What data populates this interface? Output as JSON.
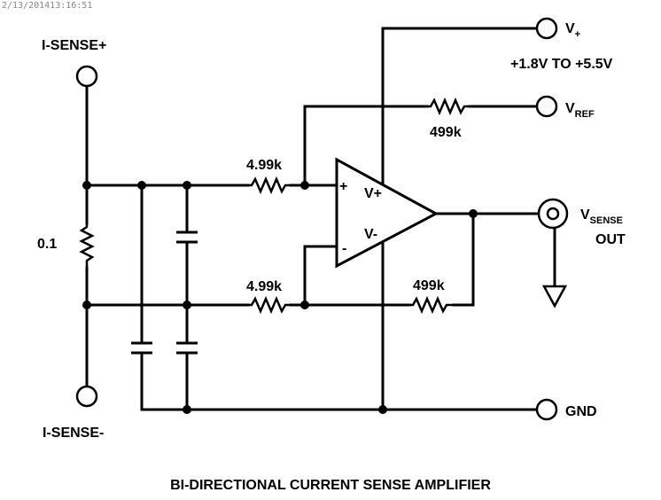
{
  "timestamp": "2/13/201413:16:51",
  "title": "BI-DIRECTIONAL CURRENT SENSE AMPLIFIER",
  "terminals": {
    "isense_plus": "I-SENSE+",
    "isense_minus": "I-SENSE-",
    "vplus": {
      "main": "V",
      "sub": "+"
    },
    "vplus_range": "+1.8V TO +5.5V",
    "vref": {
      "main": "V",
      "sub": "REF"
    },
    "vsense": {
      "main": "V",
      "sub": "SENSE"
    },
    "vsense_line2": "OUT",
    "gnd": "GND"
  },
  "components": {
    "shunt": "0.1",
    "r_in_top": "4.99k",
    "r_in_bottom": "4.99k",
    "r_ref": "499k",
    "r_feedback": "499k"
  },
  "opamp": {
    "plus_sign": "+",
    "minus_sign": "-",
    "vplus_pin": "V+",
    "vminus_pin": "V-"
  },
  "colors": {
    "ink": "#000000",
    "background": "#ffffff",
    "stamp": "#888888"
  }
}
